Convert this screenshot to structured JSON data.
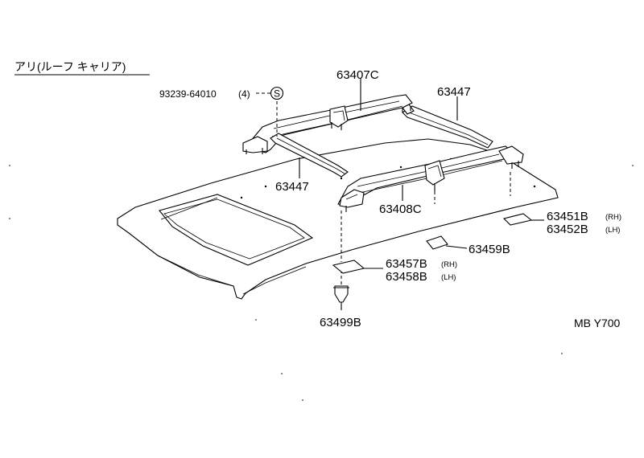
{
  "header": "アリ(ルーフ キャリア)",
  "reference_code": "MB Y700",
  "fastener": {
    "part_no": "93239-64010",
    "qty": "(4)",
    "symbol": "S"
  },
  "parts": {
    "p63407C": "63407C",
    "p63447_top": "63447",
    "p63447_left": "63447",
    "p63408C": "63408C",
    "p63451B": "63451B",
    "p63451B_side": "(RH)",
    "p63452B": "63452B",
    "p63452B_side": "(LH)",
    "p63459B": "63459B",
    "p63457B": "63457B",
    "p63457B_side": "(RH)",
    "p63458B": "63458B",
    "p63458B_side": "(LH)",
    "p63499B": "63499B"
  }
}
